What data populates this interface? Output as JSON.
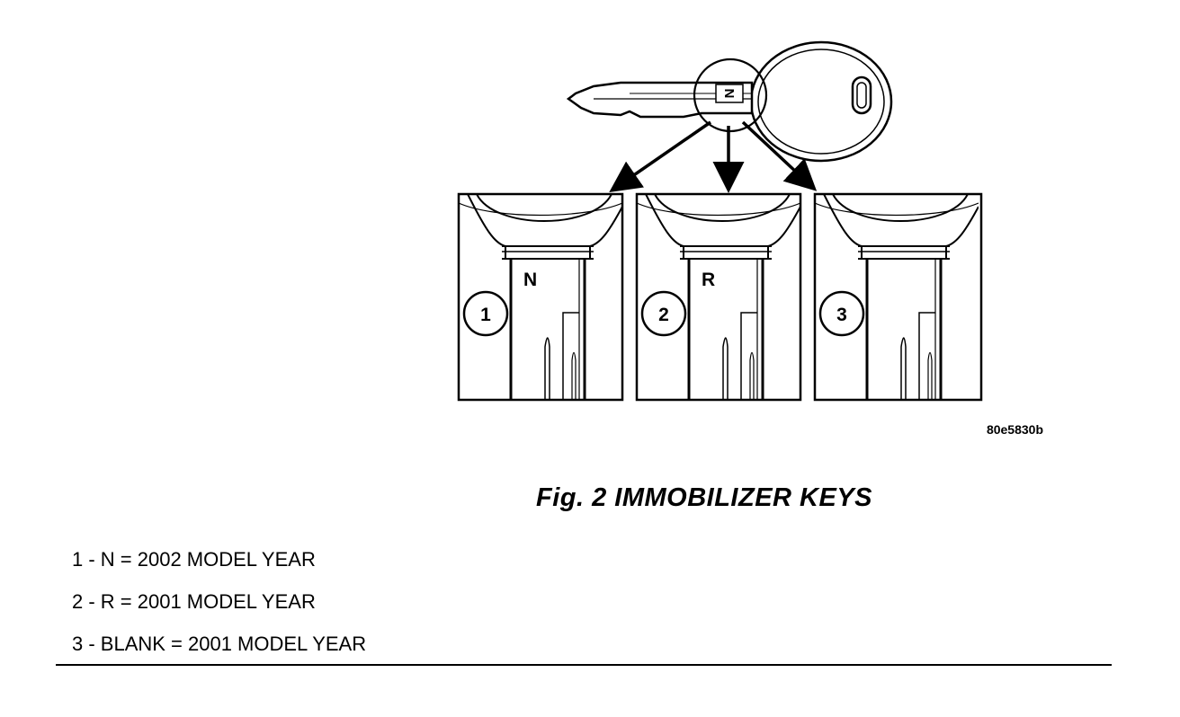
{
  "figure": {
    "title": "Fig. 2 IMMOBILIZER KEYS",
    "reference_code": "80e5830b",
    "key_head_letter": "N"
  },
  "panels": [
    {
      "callout": "1",
      "letter": "N"
    },
    {
      "callout": "2",
      "letter": "R"
    },
    {
      "callout": "3",
      "letter": ""
    }
  ],
  "legend": [
    {
      "text": "1 - N = 2002 MODEL YEAR"
    },
    {
      "text": "2 - R = 2001 MODEL YEAR"
    },
    {
      "text": "3 - BLANK = 2001 MODEL YEAR"
    }
  ],
  "colors": {
    "ink": "#000000",
    "paper": "#ffffff"
  }
}
